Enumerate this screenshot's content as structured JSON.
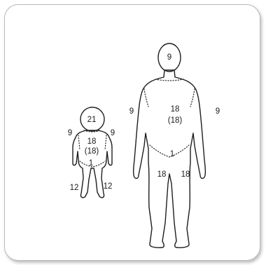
{
  "child": {
    "head": "21",
    "arm_left": "9",
    "arm_right": "9",
    "trunk": "18",
    "trunk_back": "(18)",
    "perineum": "1",
    "leg_left": "12",
    "leg_right": "12"
  },
  "adult": {
    "head": "9",
    "arm_left": "9",
    "arm_right": "9",
    "trunk": "18",
    "trunk_back": "(18)",
    "perineum": "1",
    "leg_left": "18",
    "leg_right": "18"
  }
}
